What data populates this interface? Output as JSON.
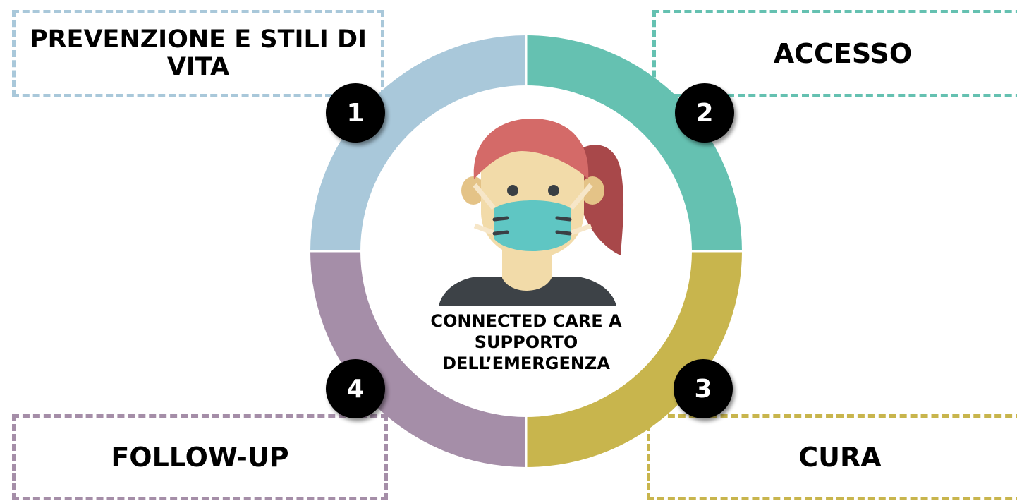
{
  "colors": {
    "prevention": "#a9c8da",
    "access": "#65c1b1",
    "cure": "#c8b54d",
    "followup": "#a58ea8"
  },
  "center": {
    "label": "CONNECTED CARE A\nSUPPORTO\nDELL’EMERGENZA",
    "illustration": "woman-with-face-mask-icon"
  },
  "quadrants": {
    "top_left": {
      "number": "1",
      "label": "PREVENZIONE E STILI DI VITA"
    },
    "top_right": {
      "number": "2",
      "label": "ACCESSO"
    },
    "bottom_right": {
      "number": "3",
      "label": "CURA"
    },
    "bottom_left": {
      "number": "4",
      "label": "FOLLOW-UP"
    }
  }
}
